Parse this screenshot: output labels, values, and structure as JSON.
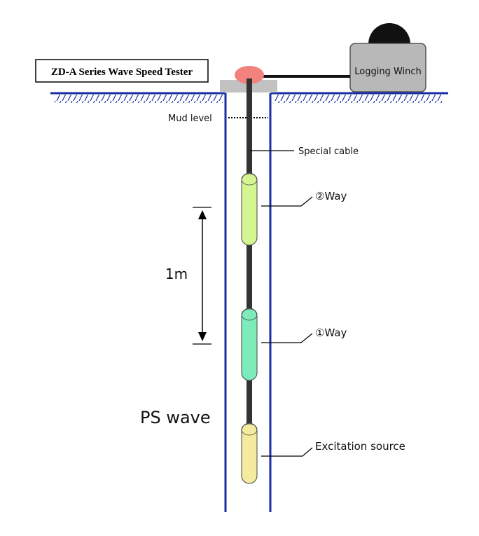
{
  "title_box": {
    "text": "ZD-A Series Wave Speed Tester"
  },
  "winch": {
    "label": "Logging Winch"
  },
  "labels": {
    "mud_level": "Mud level",
    "special_cable": "Special cable",
    "way_2": "②Way",
    "way_1": "①Way",
    "spacing": "1m",
    "excitation_source": "Excitation source",
    "wave_type": "PS wave"
  },
  "colors": {
    "ground_line": "#1a2ea6",
    "borehole_wall": "#1a2ea6",
    "cable": "#333333",
    "probe_way_2": "#d4f590",
    "probe_way_1": "#7eebbb",
    "probe_source": "#f4eb9e",
    "pulley": "#f3827e",
    "platform": "#c2c2c2",
    "winch_body": "#b8b8b8",
    "winch_drum": "#111111"
  }
}
